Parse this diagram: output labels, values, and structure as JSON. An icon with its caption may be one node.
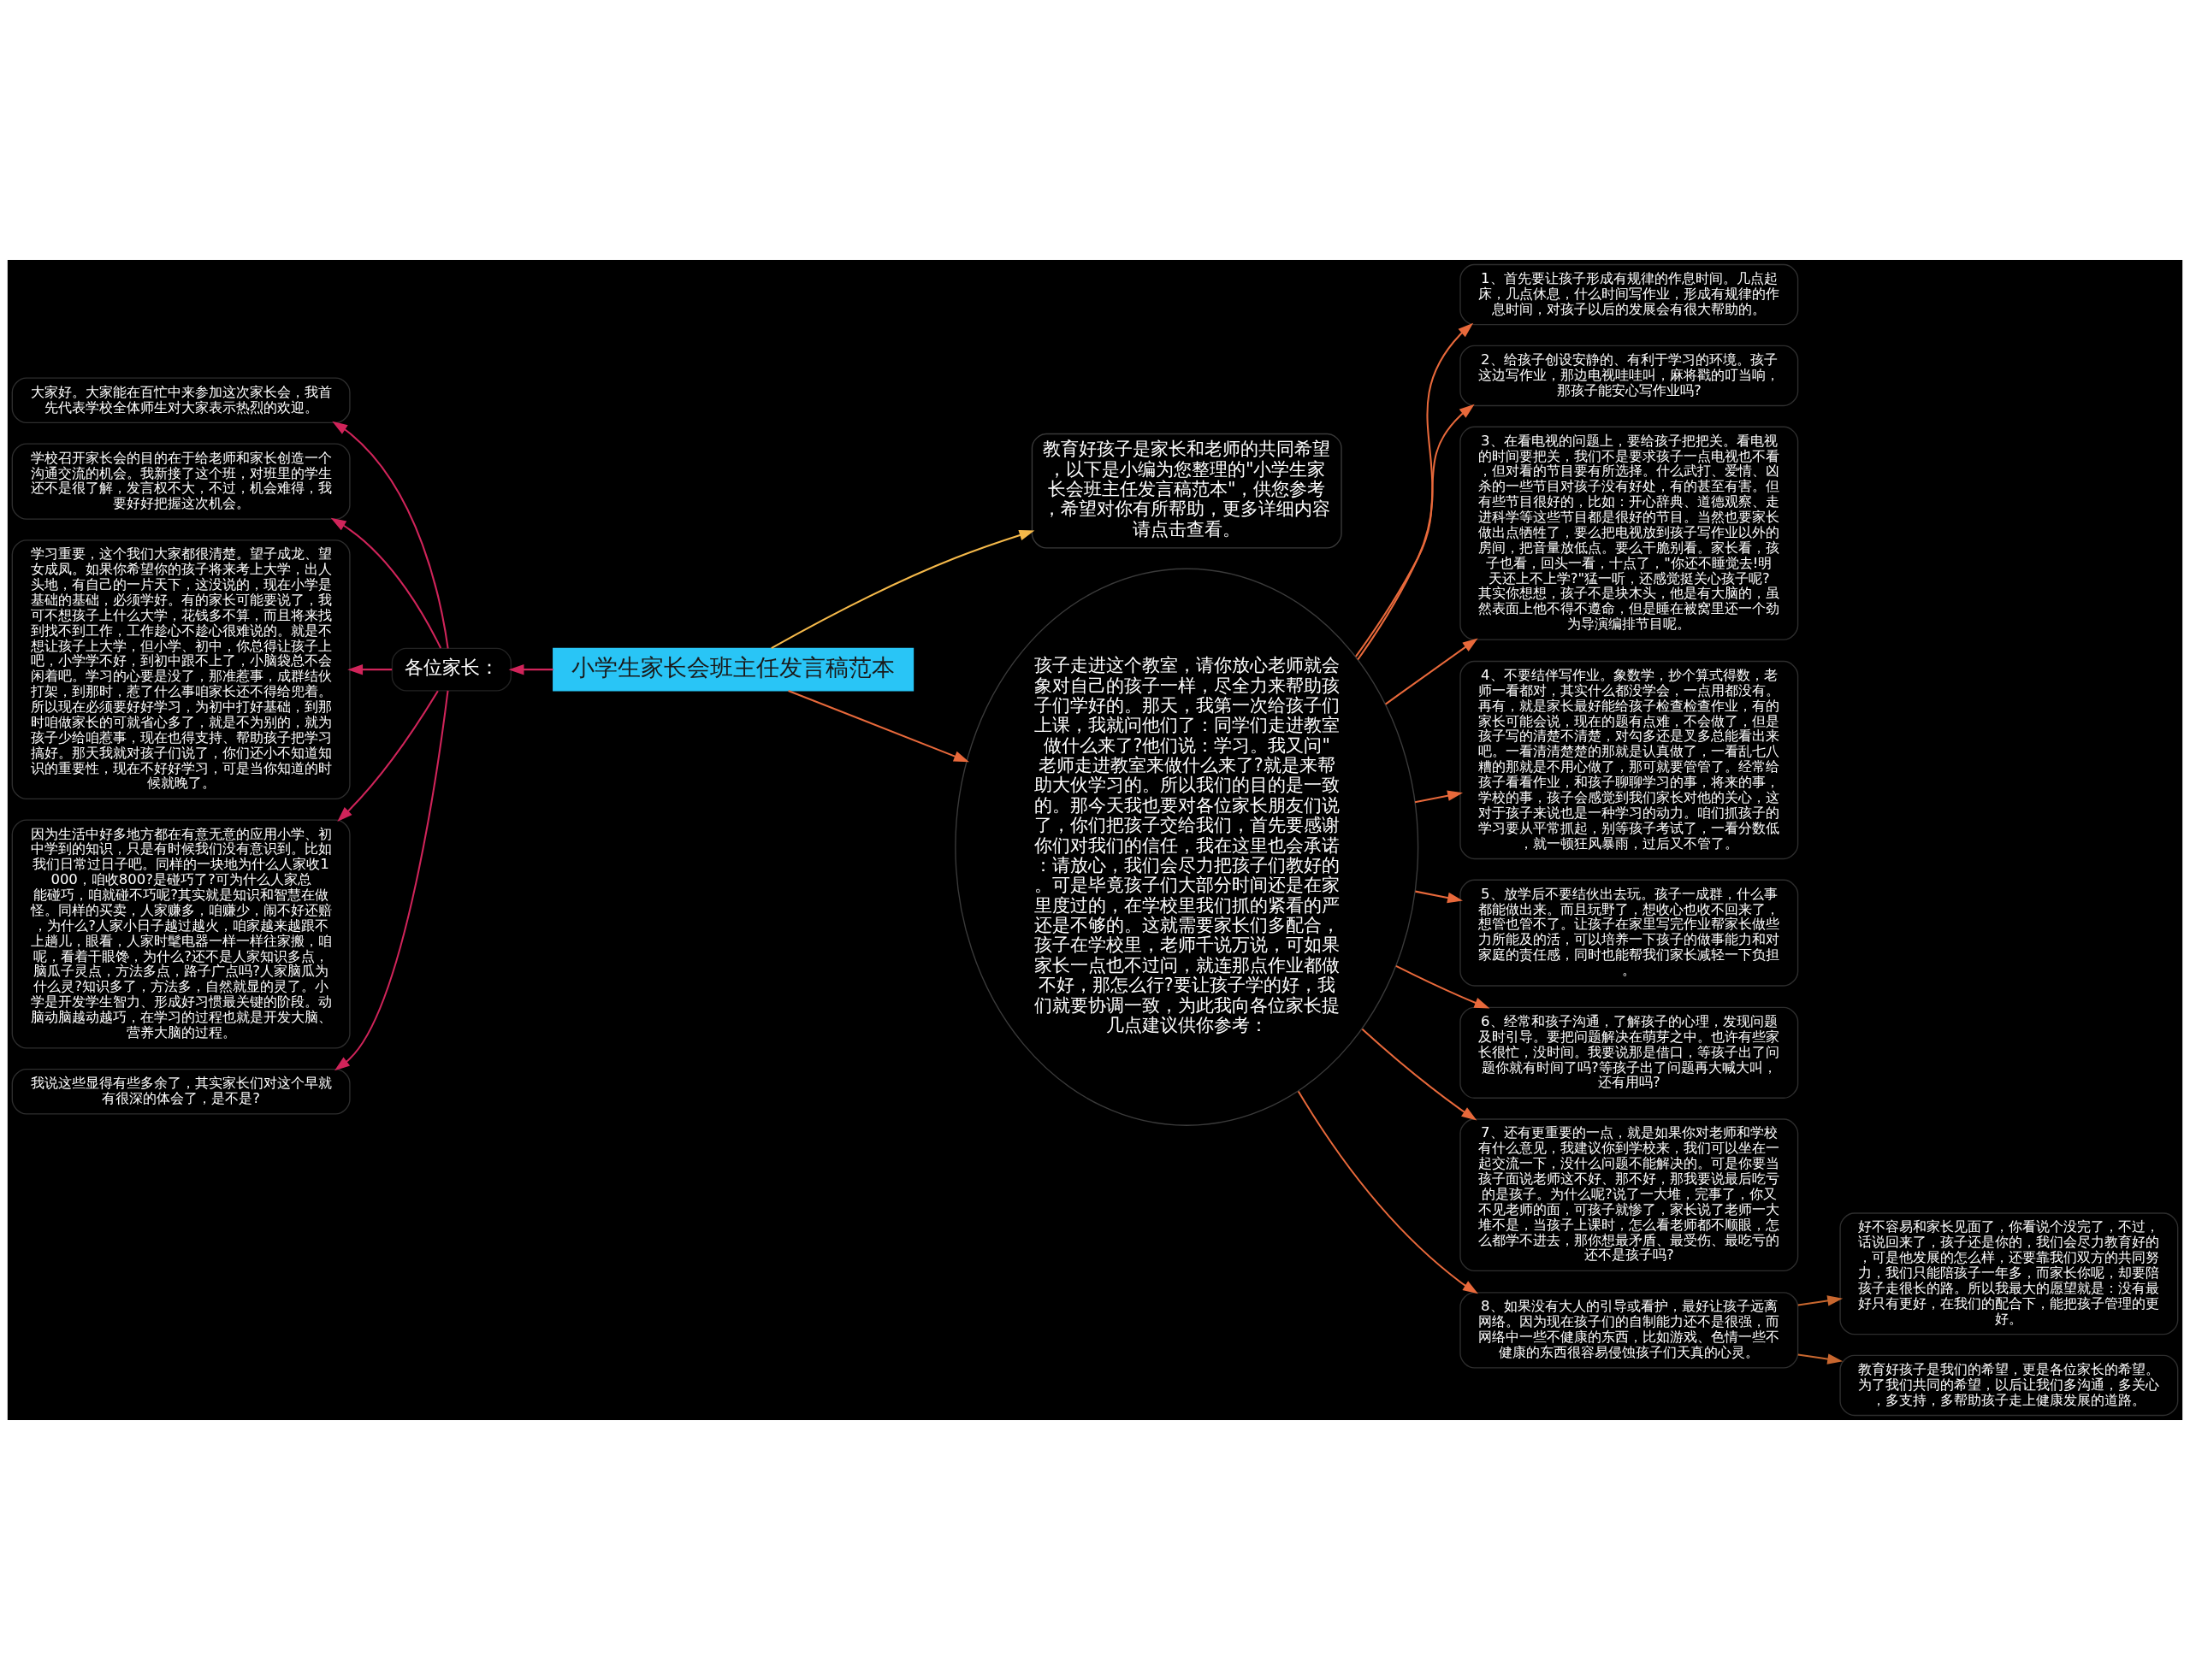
{
  "diagram": {
    "nodes": [
      {
        "text": [
          "小学生家长会班主任发言稿范本"
        ]
      },
      {
        "text": [
          "各位家长："
        ]
      },
      {
        "text": [
          "大家好。大家能在百忙中来参加这次家长会，我首先代表学校全体师生对大家表示热烈的欢迎。"
        ]
      },
      {
        "text": [
          "学校召开家长会的目的在于给老师和家长创造一个沟通交流的机会。我新接了这个班，对班里的学生还不是很了解，发言权不大，不过，机会难得，我要好好把握这次机会。"
        ]
      },
      {
        "text": [
          "学习重要，这个我们大家都很清楚。望子成龙、望女成凤。如果你希望你的孩子将来考上大学，出人头地，有自己的一片天下，这没说的，现在小学是基础的基础，必须学好。有的家长可能要说了，我可不想孩子上什么大学，花钱多不算，而且将来找到找不到工作，工作趁心不趁心很难说的。就是不想让孩子上大学，但小学、初中，你总得让孩子上吧，小学学不好，到初中跟不上了，小脑袋总不会闲着吧。学习的心要是没了，那准惹事，成群结伙打架，到那时，惹了什么事咱家长还不得给兜着。所以现在必须要好好学习，为初中打好基础，到那时咱做家长的可就省心多了，就是不为别的，就为孩子少给咱惹事，现在也得支持、帮助孩子把学习搞好。那天我就对孩子们说了，你们还小不知道知识的重要性，现在不好好学习，可是当你知道的时候就晚了。"
        ]
      },
      {
        "text": [
          "因为生活中好多地方都在有意无意的应用小学、初中学到的知识，只是有时候我们没有意识到。比如我们日常过日子吧。同样的一块地为什么人家收1000，咱收800?是碰巧了?可为什么人家总能碰巧，咱就碰不巧呢?其实就是知识和智慧在做怪。同样的买卖，人家赚多，咱赚少，闹不好还赔，为什么?人家小日子越过越火，咱家越来越跟不上趟儿，眼看，人家时髦电器一样一样往家搬，咱呢，看着干眼馋，为什么?还不是人家知识多点，脑瓜子灵点，方法多点，路子广点吗?人家脑瓜为什么灵?知识多了，方法多，自然就显的灵了。小学是开发学生智力、形成好习惯最关键的阶段。动脑动脑越动越巧，在学习的过程也就是开发大脑、营养大脑的过程。"
        ]
      },
      {
        "text": [
          "我说这些显得有些多余了，其实家长们对这个早就有很深的体会了，是不是?"
        ]
      },
      {
        "text": [
          "教育好孩子是家长和老师的共同希望，以下是小编为您整理的\"小学生家长会班主任发言稿范本\"，供您参考，希望对你有所帮助，更多详细内容请点击查看。"
        ]
      },
      {
        "text": [
          "孩子走进这个教室，请你放心老师就会象对自己的孩子一样，尽全力来帮助孩子们学好的。那天，我第一次给孩子们上课，我就问他们了：同学们走进教室做什么来了?他们说：学习。我又问\"老师走进教室来做什么来了?就是来帮助大伙学习的。所以我们的目的是一致的。那今天我也要对各位家长朋友们说了，你们把孩子交给我们，首先要感谢你们对我们的信任，我在这里也会承诺：请放心，我们会尽力把孩子们教好的。可是毕竟孩子们大部分时间还是在家里度过的，在学校里我们抓的紧看的严还是不够的。这就需要家长们多配合，孩子在学校里，老师千说万说，可如果家长一点也不过问，就连那点作业都做不好，那怎么行?要让孩子学的好，我们就要协调一致，为此我向各位家长提几点建议供你参考："
        ]
      },
      {
        "text": [
          "1、首先要让孩子形成有规律的作息时间。几点起床，几点休息，什么时间写作业，形成有规律的作息时间，对孩子以后的发展会有很大帮助的。"
        ]
      },
      {
        "text": [
          "2、给孩子创设安静的、有利于学习的环境。孩子这边写作业，那边电视哇哇叫，麻将戳的叮当响，那孩子能安心写作业吗?"
        ]
      },
      {
        "text": [
          "3、在看电视的问题上，要给孩子把把关。看电视的时间要把关，我们不是要求孩子一点电视也不看，但对看的节目要有所选择。什么武打、爱情、凶杀的一些节目对孩子没有好处，有的甚至有害。但有些节目很好的，比如：开心辞典、道德观察、走进科学等这些节目都是很好的节目。当然也要家长做出点牺牲了，要么把电视放到孩子写作业以外的房间，把音量放低点。要么干脆别看。家长看，孩子也看，回头一看，十点了，\"你还不睡觉去!明天还上不上学?\"猛一听，还感觉挺关心孩子呢?其实你想想，孩子不是块木头，他是有大脑的，虽然表面上他不得不遵命，但是睡在被窝里还一个劲为导演编排节目呢。"
        ]
      },
      {
        "text": [
          "4、不要结伴写作业。象数学，抄个算式得数，老师一看都对，其实什么都没学会，一点用都没有。再有，就是家长最好能给孩子检查检查作业，有的家长可能会说，现在的题有点难，不会做了，但是孩子写的清楚不清楚，对勾多还是叉多总能看出来吧。一看清清楚楚的那就是认真做了，一看乱七八糟的那就是不用心做了，那可就要管管了。经常给孩子看看作业，和孩子聊聊学习的事，将来的事，学校的事，孩子会感觉到我们家长对他的关心，这对于孩子来说也是一种学习的动力。咱们抓孩子的学习要从平常抓起，别等孩子考试了，一看分数低，就一顿狂风暴雨，过后又不管了。"
        ]
      },
      {
        "text": [
          "5、放学后不要结伙出去玩。孩子一成群，什么事都能做出来。而且玩野了，想收心也收不回来了，想管也管不了。让孩子在家里写完作业帮家长做些力所能及的活，可以培养一下孩子的做事能力和对家庭的责任感，同时也能帮我们家长减轻一下负担。"
        ]
      },
      {
        "text": [
          "6、经常和孩子沟通，了解孩子的心理，发现问题及时引导。要把问题解决在萌芽之中。也许有些家长很忙，没时间。我要说那是借口，等孩子出了问题你就有时间了吗?等孩子出了问题再大喊大叫，还有用吗?"
        ]
      },
      {
        "text": [
          "7、还有更重要的一点，就是如果你对老师和学校有什么意见，我建议你到学校来，我们可以坐在一起交流一下，没什么问题不能解决的。可是你要当孩子面说老师这不好、那不好，那我要说最后吃亏的是孩子。为什么呢?说了一大堆，完事了，你又不见老师的面，可孩子就惨了，家长说了老师一大堆不是，当孩子上课时，怎么看老师都不顺眼，怎么都学不进去，那你想最矛盾、最受伤、最吃亏的还不是孩子吗?"
        ]
      },
      {
        "text": [
          "8、如果没有大人的引导或看护，最好让孩子远离网络。因为现在孩子们的自制能力还不是很强，而网络中一些不健康的东西，比如游戏、色情一些不健康的东西很容易侵蚀孩子们天真的心灵。"
        ]
      },
      {
        "text": [
          "好不容易和家长见面了，你看说个没完了，不过，话说回来了，孩子还是你的，我们会尽力教育好的，可是他发展的怎么样，还要靠我们双方的共同努力，我们只能陪孩子一年多，而家长你呢，却要陪孩子走很长的路。所以我最大的愿望就是：没有最好只有更好，在我们的配合下，能把孩子管理的更好。"
        ]
      },
      {
        "text": [
          "教育好孩子是我们的希望，更是各位家长的希望。为了我们共同的希望，以后让我们多沟通，多关心，多支持，多帮助孩子走上健康发展的道路。"
        ]
      }
    ],
    "edges": [
      {
        "from": 0,
        "to": 1,
        "arrow": "to",
        "color": "#d0245a"
      },
      {
        "from": 1,
        "to": 2,
        "arrow": "to",
        "color": "#d0245a"
      },
      {
        "from": 1,
        "to": 3,
        "arrow": "to",
        "color": "#d0245a"
      },
      {
        "from": 1,
        "to": 4,
        "arrow": "to",
        "color": "#d0245a"
      },
      {
        "from": 1,
        "to": 5,
        "arrow": "to",
        "color": "#d0245a"
      },
      {
        "from": 1,
        "to": 6,
        "arrow": "to",
        "color": "#d0245a"
      },
      {
        "from": 0,
        "to": 7,
        "arrow": "to",
        "color": "#f5b94a"
      },
      {
        "from": 0,
        "to": 8,
        "arrow": "to"
      },
      {
        "from": 8,
        "to": 9,
        "arrow": "to"
      },
      {
        "from": 8,
        "to": 10,
        "arrow": "to"
      },
      {
        "from": 8,
        "to": 11,
        "arrow": "to"
      },
      {
        "from": 8,
        "to": 12,
        "arrow": "to"
      },
      {
        "from": 8,
        "to": 13,
        "arrow": "to"
      },
      {
        "from": 8,
        "to": 14,
        "arrow": "to"
      },
      {
        "from": 8,
        "to": 15,
        "arrow": "to"
      },
      {
        "from": 8,
        "to": 16,
        "arrow": "to"
      },
      {
        "from": 16,
        "to": 17,
        "arrow": "to",
        "color": "#c8672f"
      },
      {
        "from": 16,
        "to": 18,
        "arrow": "to",
        "color": "#c8672f"
      }
    ]
  }
}
